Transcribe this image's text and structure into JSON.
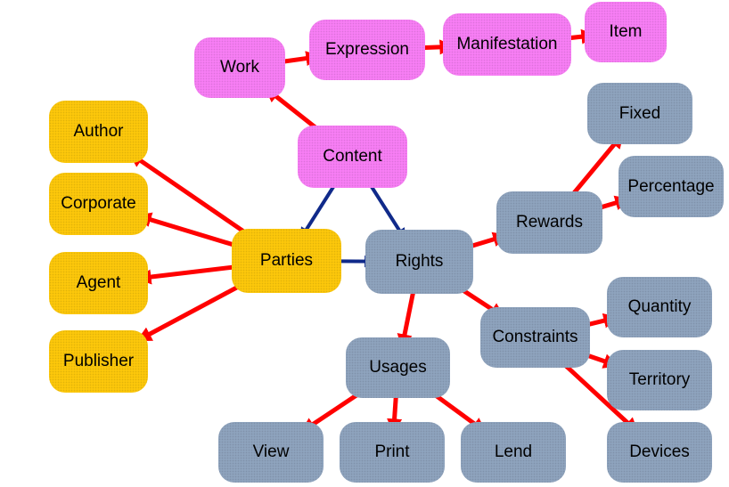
{
  "colors": {
    "work_group": "#f77ef4",
    "parties_group": "#fcc70b",
    "rights_group": "#8ea3bd",
    "arrow_red": "#ff0000",
    "arrow_blue": "#102a8a"
  },
  "nodes": {
    "work": "Work",
    "expression": "Expression",
    "manifestation": "Manifestation",
    "item": "Item",
    "content": "Content",
    "author": "Author",
    "corporate": "Corporate",
    "agent": "Agent",
    "publisher": "Publisher",
    "parties": "Parties",
    "rights": "Rights",
    "rewards": "Rewards",
    "fixed": "Fixed",
    "percentage": "Percentage",
    "constraints": "Constraints",
    "quantity": "Quantity",
    "territory": "Territory",
    "devices": "Devices",
    "usages": "Usages",
    "view": "View",
    "print": "Print",
    "lend": "Lend"
  },
  "edges": [
    {
      "from": "work",
      "to": "expression",
      "kind": "directed"
    },
    {
      "from": "expression",
      "to": "manifestation",
      "kind": "directed"
    },
    {
      "from": "manifestation",
      "to": "item",
      "kind": "directed"
    },
    {
      "from": "content",
      "to": "work",
      "kind": "directed"
    },
    {
      "from": "content",
      "to": "parties",
      "kind": "bidirectional"
    },
    {
      "from": "content",
      "to": "rights",
      "kind": "bidirectional"
    },
    {
      "from": "parties",
      "to": "rights",
      "kind": "bidirectional"
    },
    {
      "from": "parties",
      "to": "author",
      "kind": "directed"
    },
    {
      "from": "parties",
      "to": "corporate",
      "kind": "directed"
    },
    {
      "from": "parties",
      "to": "agent",
      "kind": "directed"
    },
    {
      "from": "parties",
      "to": "publisher",
      "kind": "directed"
    },
    {
      "from": "rights",
      "to": "rewards",
      "kind": "directed"
    },
    {
      "from": "rights",
      "to": "constraints",
      "kind": "directed"
    },
    {
      "from": "rights",
      "to": "usages",
      "kind": "directed"
    },
    {
      "from": "rewards",
      "to": "fixed",
      "kind": "directed"
    },
    {
      "from": "rewards",
      "to": "percentage",
      "kind": "directed"
    },
    {
      "from": "constraints",
      "to": "quantity",
      "kind": "directed"
    },
    {
      "from": "constraints",
      "to": "territory",
      "kind": "directed"
    },
    {
      "from": "constraints",
      "to": "devices",
      "kind": "directed"
    },
    {
      "from": "usages",
      "to": "view",
      "kind": "directed"
    },
    {
      "from": "usages",
      "to": "print",
      "kind": "directed"
    },
    {
      "from": "usages",
      "to": "lend",
      "kind": "directed"
    }
  ]
}
